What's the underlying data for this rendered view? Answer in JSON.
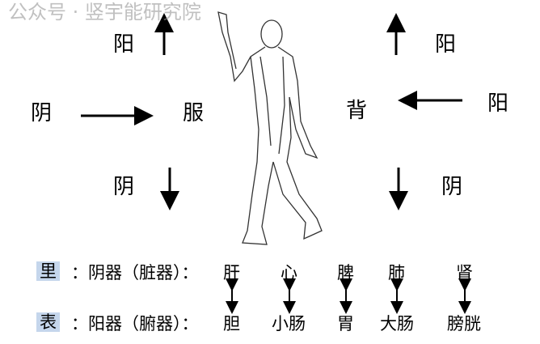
{
  "front": {
    "title": "服",
    "up": "阳",
    "left": "阴",
    "down": "阴"
  },
  "back": {
    "title": "背",
    "up": "阳",
    "right": "阳",
    "down": "阴"
  },
  "rows": {
    "inner": {
      "label": "里",
      "text": "：阴器（脏器）：",
      "items": [
        "肝",
        "心",
        "脾",
        "肺",
        "肾"
      ]
    },
    "outer": {
      "label": "表",
      "text": "：阳器（腑器）：",
      "items": [
        "胆",
        "小肠",
        "胃",
        "大肠",
        "膀胱"
      ]
    }
  },
  "watermark": "公众号 · 竖宇能研究院",
  "colors": {
    "label_bg": "#c5d6ec"
  }
}
